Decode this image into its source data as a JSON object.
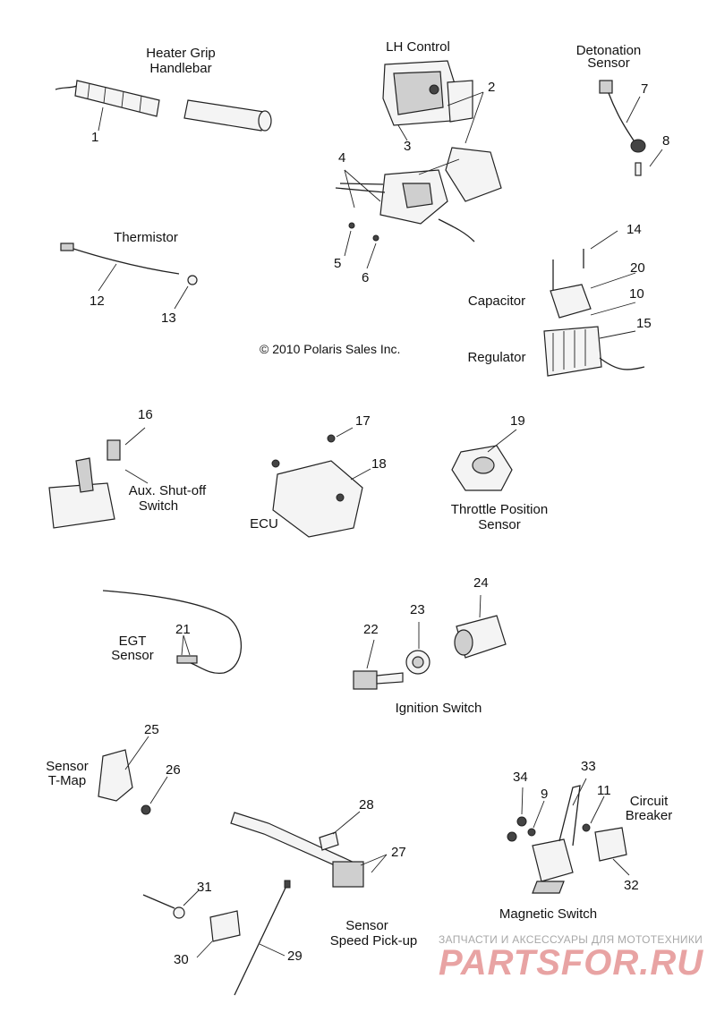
{
  "labels": {
    "heater_grip": "Heater Grip",
    "handlebar": "Handlebar",
    "lh_control": "LH Control",
    "detonation": "Detonation",
    "sensor": "Sensor",
    "thermistor": "Thermistor",
    "capacitor": "Capacitor",
    "regulator": "Regulator",
    "copyright": "© 2010 Polaris Sales Inc.",
    "aux_shutoff": "Aux. Shut-off",
    "switch": "Switch",
    "ecu": "ECU",
    "throttle_position": "Throttle Position",
    "throttle_sensor": "Sensor",
    "egt": "EGT",
    "egt_sensor": "Sensor",
    "ignition_switch": "Ignition Switch",
    "sensor_tmap_1": "Sensor",
    "sensor_tmap_2": "T-Map",
    "circuit": "Circuit",
    "breaker": "Breaker",
    "speed_sensor": "Sensor",
    "speed_pickup": "Speed Pick-up",
    "magnetic_switch": "Magnetic Switch"
  },
  "callouts": {
    "c1": "1",
    "c2": "2",
    "c3": "3",
    "c4": "4",
    "c5": "5",
    "c6": "6",
    "c7": "7",
    "c8": "8",
    "c9": "9",
    "c10": "10",
    "c11": "11",
    "c12": "12",
    "c13": "13",
    "c14": "14",
    "c15": "15",
    "c16": "16",
    "c17": "17",
    "c18": "18",
    "c19": "19",
    "c20": "20",
    "c21": "21",
    "c22": "22",
    "c23": "23",
    "c24": "24",
    "c25": "25",
    "c26": "26",
    "c27": "27",
    "c28": "28",
    "c29": "29",
    "c30": "30",
    "c31": "31",
    "c32": "32",
    "c33": "33",
    "c34": "34"
  },
  "watermark": {
    "tagline": "ЗАПЧАСТИ И АКСЕССУАРЫ ДЛЯ МОТОТЕХНИКИ",
    "logo": "PARTSFOR.RU",
    "logo_color": "#e8a3a3"
  }
}
